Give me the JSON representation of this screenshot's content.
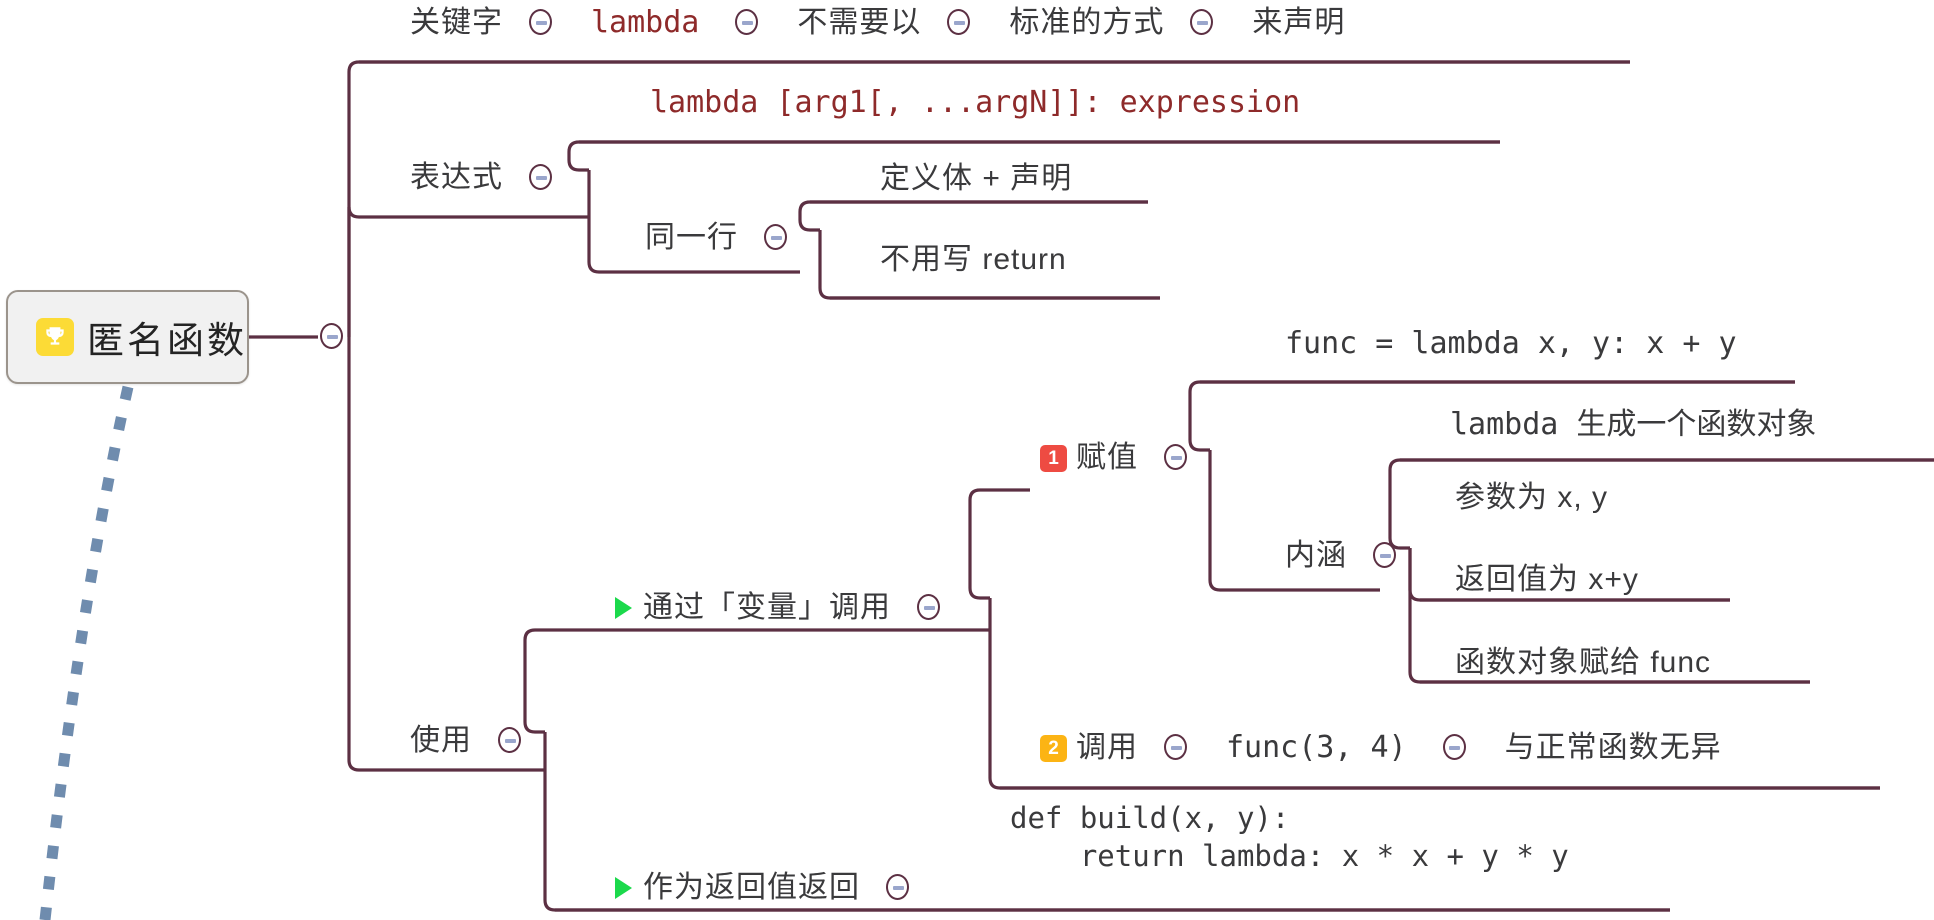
{
  "diagram": {
    "type": "mindmap",
    "title": "匿名函数",
    "colors": {
      "branch_line": "#5c3043",
      "root_fill": "#f1f1f1",
      "root_border": "#9b948c",
      "code_red": "#8e2a2a",
      "text": "#3a3a3c",
      "badge_red": "#EE4B42",
      "badge_orange": "#FCB414",
      "marker_green": "#1BD94B",
      "trophy_yellow": "#FCDB36",
      "toggle_minus": "#9aa6cc",
      "dotted_link": "#6f8cae"
    },
    "toggle_icon": "collapse-minus-icon",
    "root": {
      "icon": "trophy-icon",
      "label": "匿名函数"
    },
    "nodes": {
      "keyword": "关键字",
      "keyword_code": "lambda",
      "keyword_no_need": "不需要以",
      "keyword_standard": "标准的方式",
      "keyword_declare": "来声明",
      "expression": "表达式",
      "expression_syntax": "lambda [arg1[, ...argN]]: expression",
      "same_line": "同一行",
      "same_line_body": "定义体 + 声明",
      "same_line_noreturn": "不用写 return",
      "usage": "使用",
      "call_via_variable": "通过「变量」调用",
      "assign_badge": "1",
      "assign": "赋值",
      "assign_code": "func = lambda x, y: x + y",
      "connotation_title": "lambda 生成一个函数对象",
      "connotation": "内涵",
      "connotation_params": "参数为 x, y",
      "connotation_return": "返回值为 x+y",
      "connotation_assign": "函数对象赋给 func",
      "invoke_badge": "2",
      "invoke": "调用",
      "invoke_code": "func(3, 4)",
      "invoke_note": "与正常函数无异",
      "return_as_value": "作为返回值返回",
      "return_code": "def build(x, y):\n    return lambda: x * x + y * y"
    }
  }
}
